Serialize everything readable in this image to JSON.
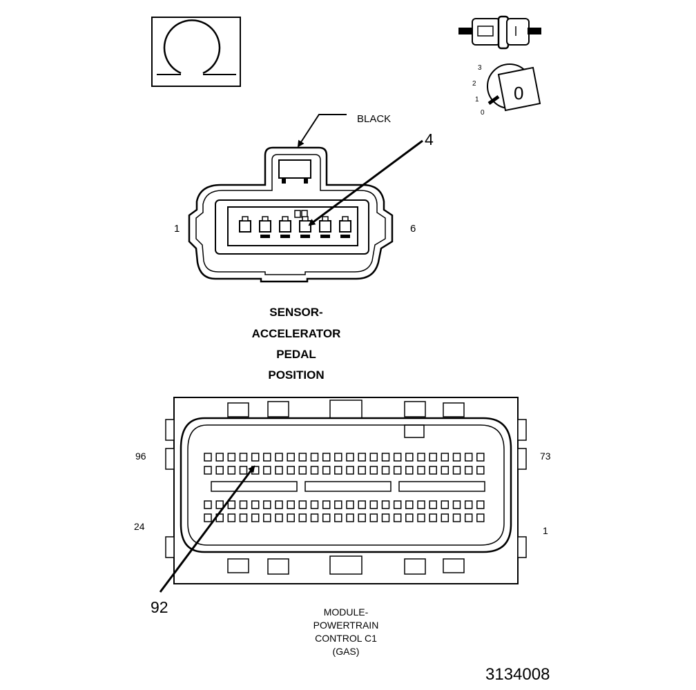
{
  "symbol_panel": {
    "release_symbol_icon": "omega-loop-icon",
    "lock_icon": "connector-lock-icon",
    "key_icon": "ignition-key-icon",
    "key_positions": [
      "3",
      "2",
      "1",
      "0"
    ],
    "key_face_label": "0"
  },
  "sensor_connector": {
    "color_label": "BLACK",
    "callout_pin": "4",
    "end_left": "1",
    "end_right": "6",
    "title_lines": [
      "SENSOR-",
      "ACCELERATOR",
      "PEDAL",
      "POSITION"
    ],
    "pin_count": 6
  },
  "pcm_connector": {
    "label_top_left": "96",
    "label_top_right": "73",
    "label_bottom_left": "24",
    "label_bottom_right": "1",
    "callout_pin": "92",
    "title_lines": [
      "MODULE-",
      "POWERTRAIN",
      "CONTROL C1",
      "(GAS)"
    ],
    "pins_per_row": 24
  },
  "figure_number": "3134008"
}
